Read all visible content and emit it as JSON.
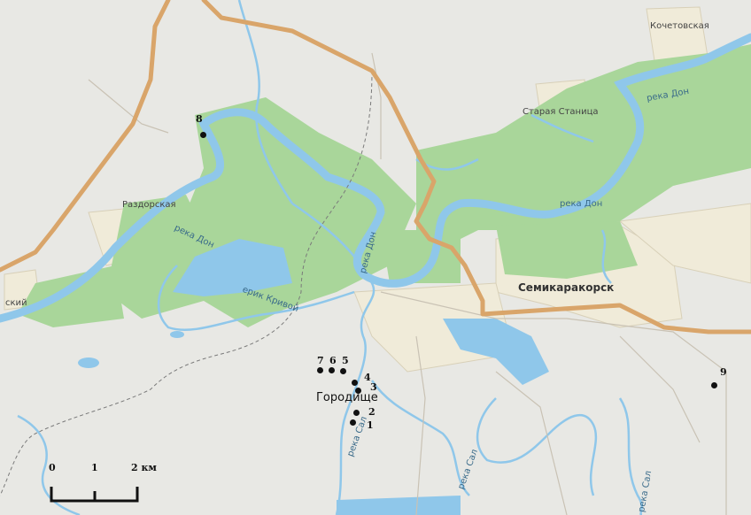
{
  "places": {
    "kochetovskaya": "Кочетовская",
    "staraya_stanitsa": "Старая Станица",
    "razdorskaya": "Раздорская",
    "semikarakorsk": "Семикаракорск",
    "gorodishche": "Городище",
    "left_edge": "ский"
  },
  "rivers": {
    "don_1": "река Дон",
    "don_2": "река Дон",
    "don_3": "река Дон",
    "don_4": "река Дон",
    "erik": "ерик Кривой",
    "sal_1": "река Сал",
    "sal_2": "река Сал",
    "sal_3": "река Сал"
  },
  "sites": [
    "1",
    "2",
    "3",
    "4",
    "5",
    "6",
    "7",
    "8",
    "9"
  ],
  "scale": {
    "zero": "0",
    "one": "1",
    "two": "2 км"
  },
  "colors": {
    "background": "#e8e8e4",
    "forest": "#a9d69a",
    "water": "#8fc7ea",
    "road": "#d9a56a",
    "urban": "#f0ebd9"
  }
}
